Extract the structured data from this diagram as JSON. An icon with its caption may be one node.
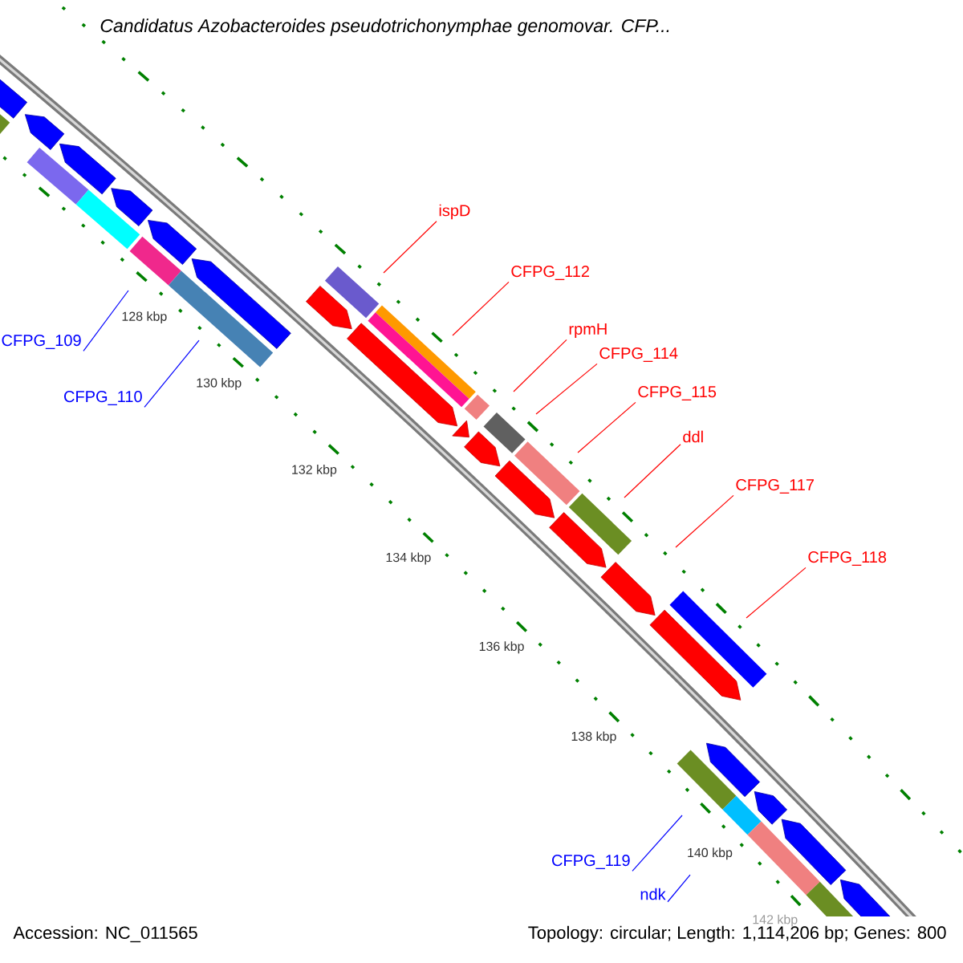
{
  "diagram": {
    "title": "Candidatus Azobacteroides pseudotrichonymphae genomovar. CFP...",
    "nodes": [
      {
        "text": [
          "ispD"
        ]
      },
      {
        "text": [
          "CFPG_112"
        ]
      },
      {
        "text": [
          "rpmH"
        ]
      },
      {
        "text": [
          "CFPG_109"
        ]
      },
      {
        "text": [
          "CFPG_114"
        ]
      },
      {
        "text": [
          "CFPG_115"
        ]
      },
      {
        "text": [
          "CFPG_110"
        ]
      },
      {
        "text": [
          "ddl"
        ]
      },
      {
        "text": [
          "CFPG_117"
        ]
      },
      {
        "text": [
          "CFPG_118"
        ]
      },
      {
        "text": [
          "CFPG_119"
        ]
      },
      {
        "text": [
          "ndk"
        ]
      }
    ],
    "edges": [
      {
        "from": 0,
        "to": null,
        "arrow": "none"
      },
      {
        "from": 1,
        "to": null,
        "arrow": "none"
      },
      {
        "from": 2,
        "to": null,
        "arrow": "none"
      },
      {
        "from": 3,
        "to": null,
        "arrow": "none",
        "color": "#0000ff"
      },
      {
        "from": 4,
        "to": null,
        "arrow": "none"
      },
      {
        "from": 5,
        "to": null,
        "arrow": "none"
      },
      {
        "from": 6,
        "to": null,
        "arrow": "none",
        "color": "#0000ff"
      },
      {
        "from": 7,
        "to": null,
        "arrow": "none"
      },
      {
        "from": 8,
        "to": null,
        "arrow": "none"
      },
      {
        "from": 9,
        "to": null,
        "arrow": "none"
      },
      {
        "from": 10,
        "to": null,
        "arrow": "none",
        "color": "#0000ff"
      },
      {
        "from": 11,
        "to": null,
        "arrow": "none",
        "color": "#0000ff"
      }
    ],
    "labels": [
      "128 kbp",
      "130 kbp",
      "132 kbp",
      "134 kbp",
      "136 kbp",
      "138 kbp",
      "140 kbp",
      "142 kbp",
      "Accession: NC_011565",
      "Topology: circular; Length: 1,114,206 bp; Genes: 800"
    ]
  }
}
